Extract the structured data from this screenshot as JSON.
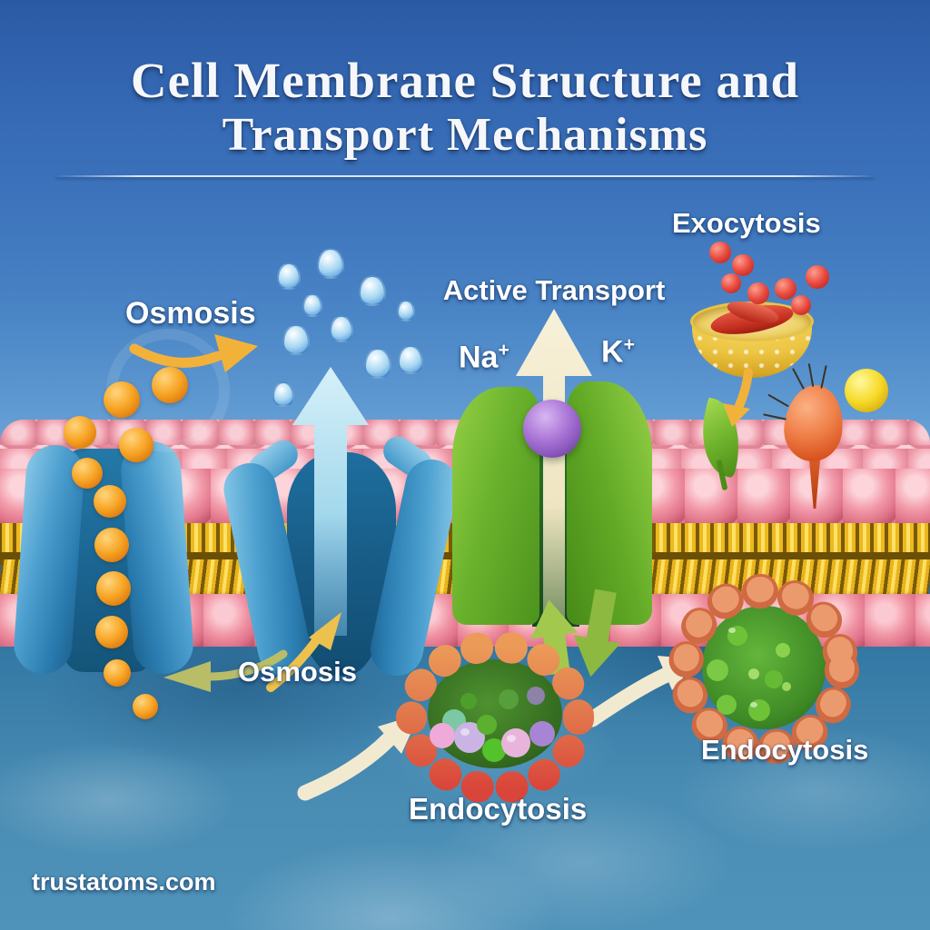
{
  "title": {
    "line1": "Cell Membrane Structure and",
    "line2": "Transport Mechanisms"
  },
  "labels": {
    "osmosis_top": "Osmosis",
    "active_transport": "Active Transport",
    "na": "Na",
    "k": "K",
    "plus": "+",
    "exocytosis": "Exocytosis",
    "osmosis_bottom": "Osmosis",
    "endocytosis_center": "Endocytosis",
    "endocytosis_right": "Endocytosis",
    "watermark": "trustatoms.com"
  },
  "colors": {
    "sky_top": "#2b5aa4",
    "sky_light": "#8fc2e6",
    "cytoplasm_blue": "#357aa6",
    "membrane_head_pink": "#ef9fae",
    "membrane_tail_yellow": "#ecb91f",
    "channel_protein_blue": "#4ea0d0",
    "pump_green": "#6ab22c",
    "ion_purple": "#a873d6",
    "solute_orange": "#f8a728",
    "water_droplet_blue": "#a6d6f2",
    "secreted_molecule_red": "#e8493e",
    "exo_vesicle_yellow": "#ecc441",
    "endo_vesicle_orange": "#e8945c",
    "endo_vesicle_red": "#d9453a",
    "vesicle_interior_green": "#3f7a22",
    "arrow_yellow": "#f2b23a",
    "arrow_cream": "#f2ead0",
    "arrow_light_blue": "#bfe6f2",
    "arrow_green": "#98c34a",
    "title_white": "#f5f7fa"
  }
}
